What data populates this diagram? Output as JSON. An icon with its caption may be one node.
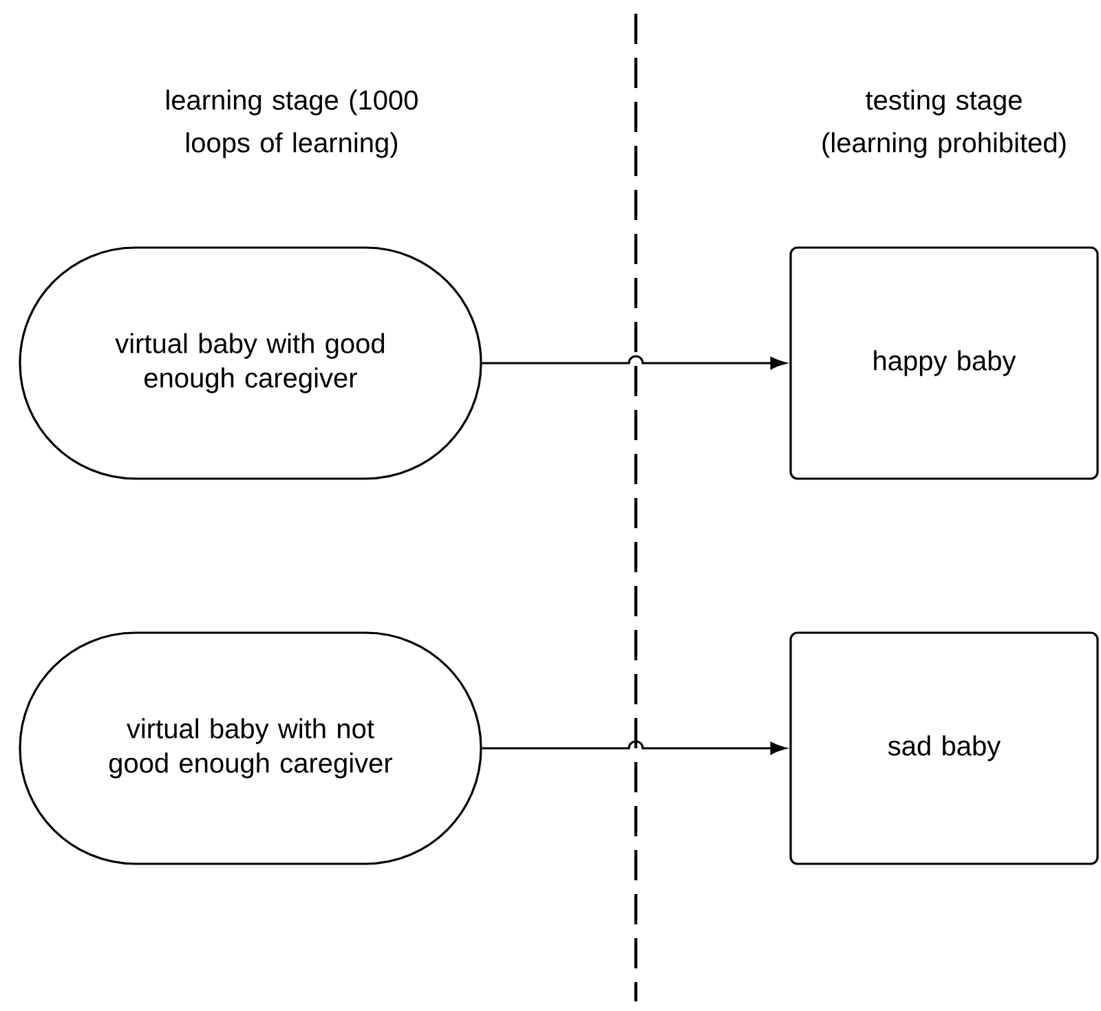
{
  "diagram": {
    "nodes": [
      {
        "text": [
          "virtual baby with good enough caregiver"
        ]
      },
      {
        "text": [
          "happy baby"
        ]
      },
      {
        "text": [
          "virtual baby with not good enough caregiver"
        ]
      },
      {
        "text": [
          "sad baby"
        ]
      }
    ],
    "edges": [
      {
        "from": 0,
        "to": 1,
        "arrow": "to"
      },
      {
        "from": 2,
        "to": 3,
        "arrow": "to"
      }
    ],
    "labels": [
      "learning stage (1000 loops of learning)",
      "testing stage (learning prohibited)"
    ]
  }
}
